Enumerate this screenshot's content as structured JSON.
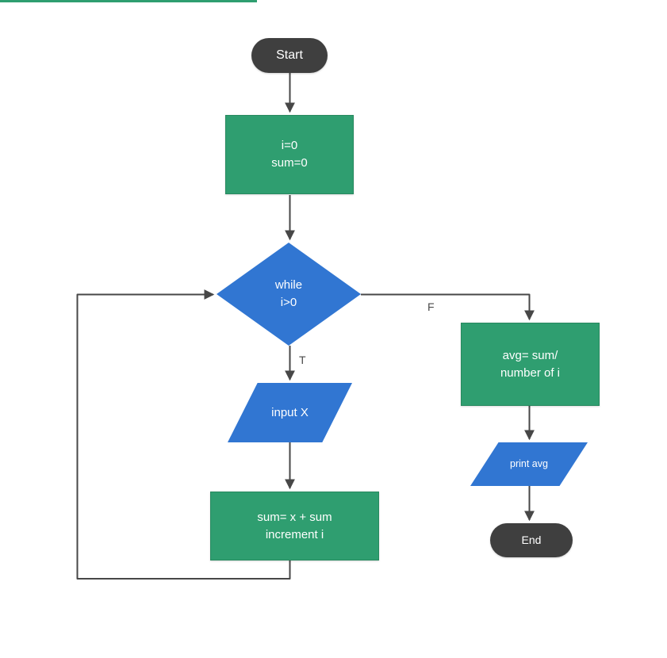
{
  "palette": {
    "green": "#2f9e70",
    "green-border": "#28895f",
    "blue": "#3176d2",
    "dark": "#3f3f3f",
    "line": "#474747",
    "label": "#4a4a4a"
  },
  "nodes": {
    "start": {
      "text": "Start"
    },
    "init": {
      "text": "i=0\nsum=0"
    },
    "while": {
      "text": "while\ni>0"
    },
    "input": {
      "text": "input X"
    },
    "sum": {
      "text": "sum= x + sum\nincrement i"
    },
    "avg": {
      "text": "avg= sum/\nnumber of i"
    },
    "print": {
      "text": "print avg"
    },
    "end": {
      "text": "End"
    }
  },
  "edge_labels": {
    "true_branch": "T",
    "false_branch": "F"
  }
}
